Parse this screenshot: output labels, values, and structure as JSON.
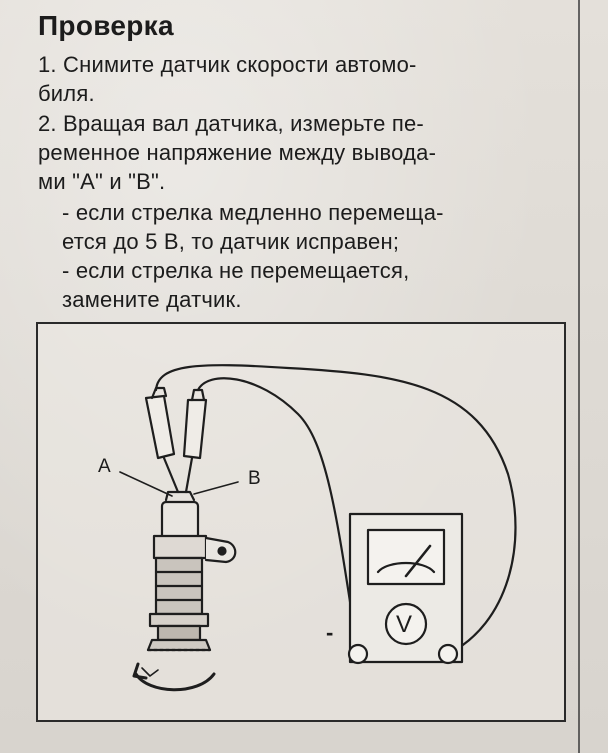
{
  "heading": "Проверка",
  "steps": [
    {
      "line1": "1. Снимите датчик скорости автомо-",
      "line2": "биля."
    },
    {
      "line1": "2. Вращая вал датчика, измерьте пе-",
      "line2": "ременное напряжение между вывода-",
      "line3": "ми \"A\" и \"B\"."
    }
  ],
  "bullets": [
    {
      "line1": "- если стрелка медленно перемеща-",
      "line2": "ется до 5 В, то датчик исправен;"
    },
    {
      "line1": "- если стрелка не перемещается,",
      "line2": "замените датчик."
    }
  ],
  "figure": {
    "label_a": "A",
    "label_b": "B",
    "meter_symbol": "V",
    "minus_sign": "-"
  }
}
